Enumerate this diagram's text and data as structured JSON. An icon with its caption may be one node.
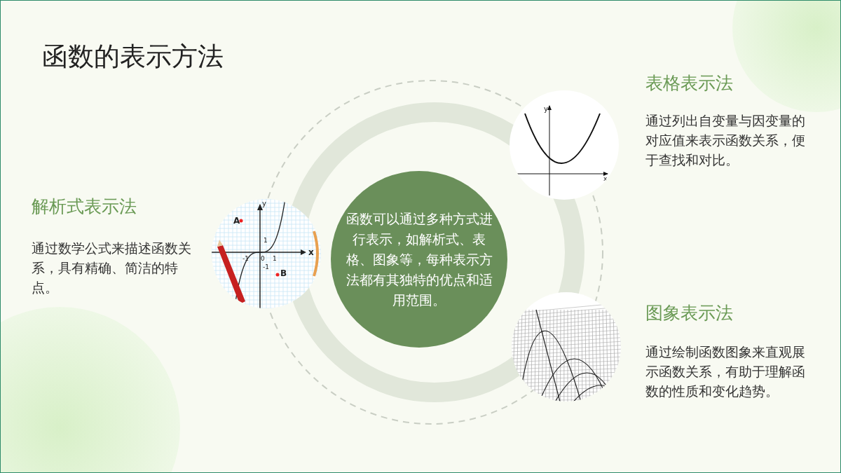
{
  "diagram": {
    "title": "函数的表示方法",
    "nodes": [
      {
        "text": [
          "函数可以通过多种方式进行表示，如解析式、表格、图象等，每种表示方法都有其独特的优点和适用范围。"
        ]
      },
      {
        "text": [],
        "shape": "picture"
      },
      {
        "text": [],
        "shape": "picture"
      },
      {
        "text": [],
        "shape": "picture"
      }
    ],
    "edges": [],
    "labels": [
      "表格表示法",
      "通过列出自变量与因变量的对应值来表示函数关系，便于查找和对比。",
      "解析式表示法",
      "通过数学公式来描述函数关系，具有精确、简洁的特点。",
      "图象表示法",
      "通过绘制函数图象来直观展示函数关系，有助于理解函数的性质和变化趋势。",
      "y",
      "x",
      "y",
      "A",
      "1",
      "-1",
      "0",
      "1",
      "x",
      "-1",
      "B"
    ]
  }
}
